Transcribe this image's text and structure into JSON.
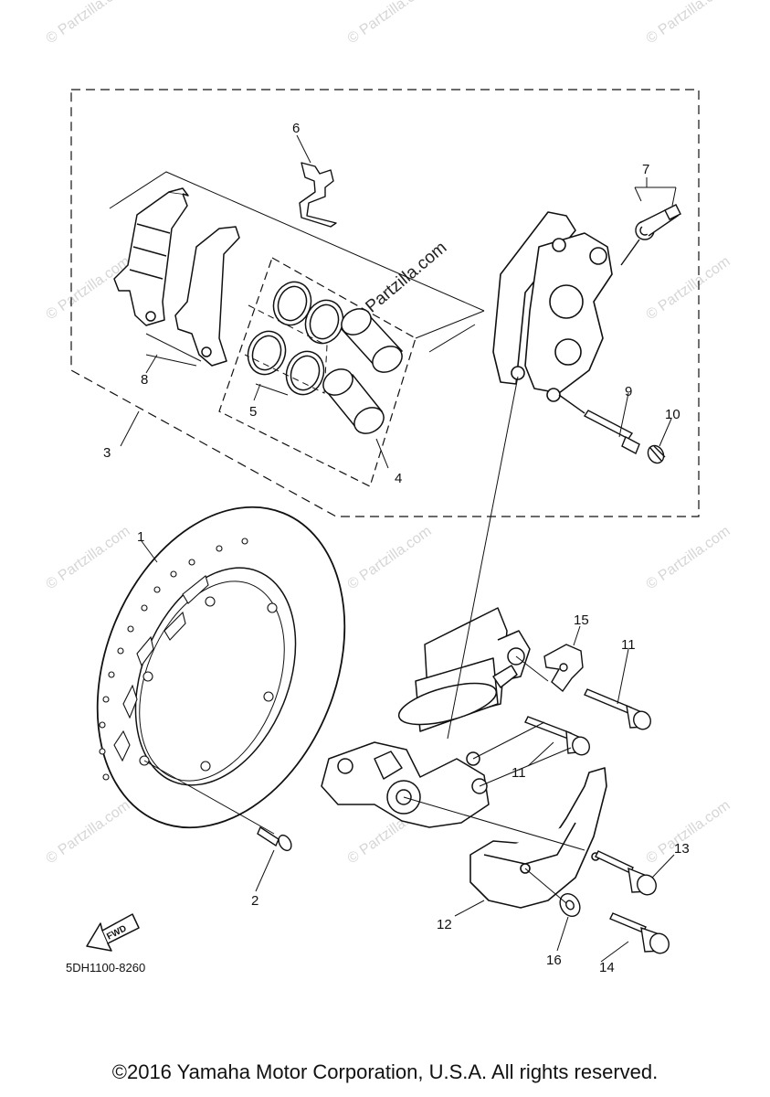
{
  "diagram": {
    "part_code": "5DH1100-8260",
    "fwd_label": "FWD",
    "watermark_small": "© Partzilla.com",
    "watermark_large": "© Partzilla.com",
    "callouts": [
      "1",
      "2",
      "3",
      "4",
      "5",
      "6",
      "7",
      "8",
      "9",
      "10",
      "11",
      "11",
      "12",
      "13",
      "14",
      "15",
      "16"
    ]
  },
  "footer": {
    "copyright": "©2016 Yamaha Motor Corporation, U.S.A. All rights reserved."
  }
}
